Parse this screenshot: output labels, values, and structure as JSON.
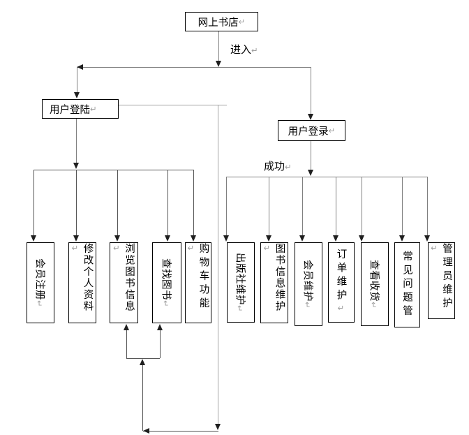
{
  "diagram": {
    "root": {
      "label": "网上书店",
      "mark": "↵"
    },
    "edges": {
      "enter": {
        "label": "进入",
        "mark": "↵"
      },
      "success": {
        "label": "成功",
        "mark": "↵"
      }
    },
    "left_branch": {
      "login": {
        "label": "用户登陆",
        "mark": "↵"
      },
      "children": [
        {
          "label": "会员注册",
          "mark": "↵"
        },
        {
          "label": "修改个人资料",
          "mark": "↵"
        },
        {
          "label": "浏览图书信息",
          "mark": "↵"
        },
        {
          "label": "查找图书",
          "mark": "↵"
        },
        {
          "label": "购物车功能",
          "mark": "↵"
        }
      ]
    },
    "right_branch": {
      "login": {
        "label": "用户登录",
        "mark": "↵"
      },
      "children": [
        {
          "label": "出版社维护",
          "mark": "↵"
        },
        {
          "label": "图书信息维护",
          "mark": "↵"
        },
        {
          "label": "会员维护",
          "mark": "↵"
        },
        {
          "label": "订单维护",
          "mark": "↵"
        },
        {
          "label": "查看收货",
          "mark": "↵"
        },
        {
          "label": "常见问题管",
          "mark": ""
        },
        {
          "label": "管理员维护",
          "mark": "↵"
        }
      ]
    }
  },
  "colors": {
    "background": "#ffffff",
    "box_border": "#000000",
    "line_gray": "#808080",
    "line_dark": "#555555",
    "line_light": "#a3a3a3",
    "arrowhead": "#1f1f1f",
    "return_mark": "#9e9e9e",
    "text": "#000000"
  }
}
